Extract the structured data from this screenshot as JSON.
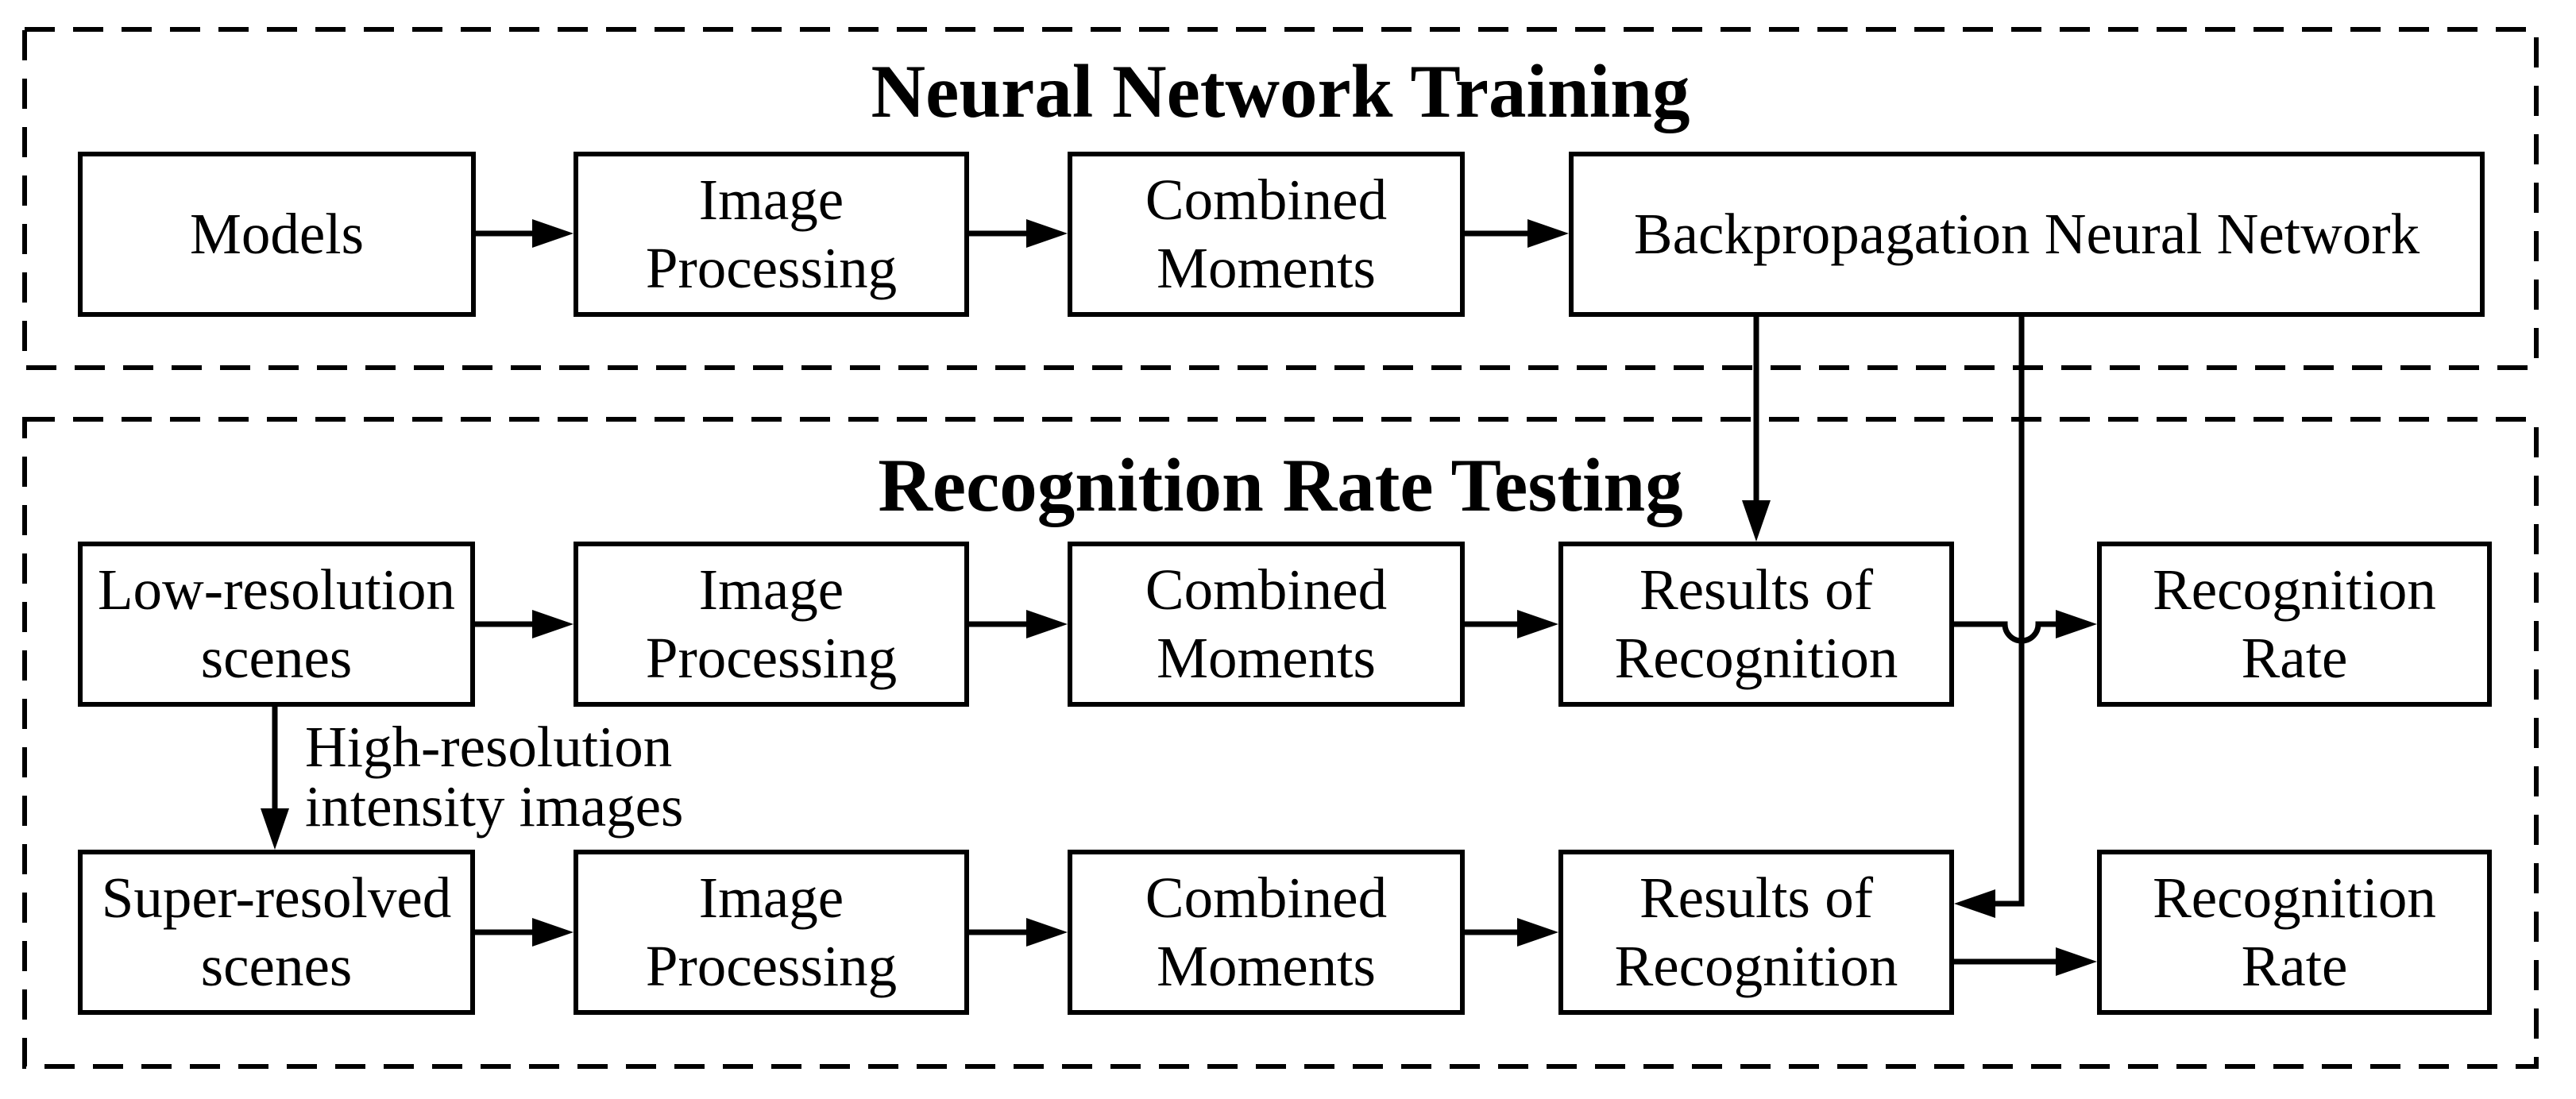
{
  "colors": {
    "background": "#ffffff",
    "line": "#000000",
    "text": "#000000"
  },
  "training": {
    "title": "Neural Network Training",
    "boxes": {
      "models": "Models",
      "image_processing": "Image\nProcessing",
      "combined_moments": "Combined\nMoments",
      "bpnn": "Backpropagation Neural Network"
    }
  },
  "testing": {
    "title": "Recognition Rate Testing",
    "arrow_label": "High-resolution\nintensity images",
    "row_low": {
      "scenes": "Low-resolution\nscenes",
      "image_processing": "Image\nProcessing",
      "combined_moments": "Combined\nMoments",
      "results": "Results of\nRecognition",
      "rate": "Recognition\nRate"
    },
    "row_super": {
      "scenes": "Super-resolved\nscenes",
      "image_processing": "Image\nProcessing",
      "combined_moments": "Combined\nMoments",
      "results": "Results of\nRecognition",
      "rate": "Recognition\nRate"
    }
  }
}
